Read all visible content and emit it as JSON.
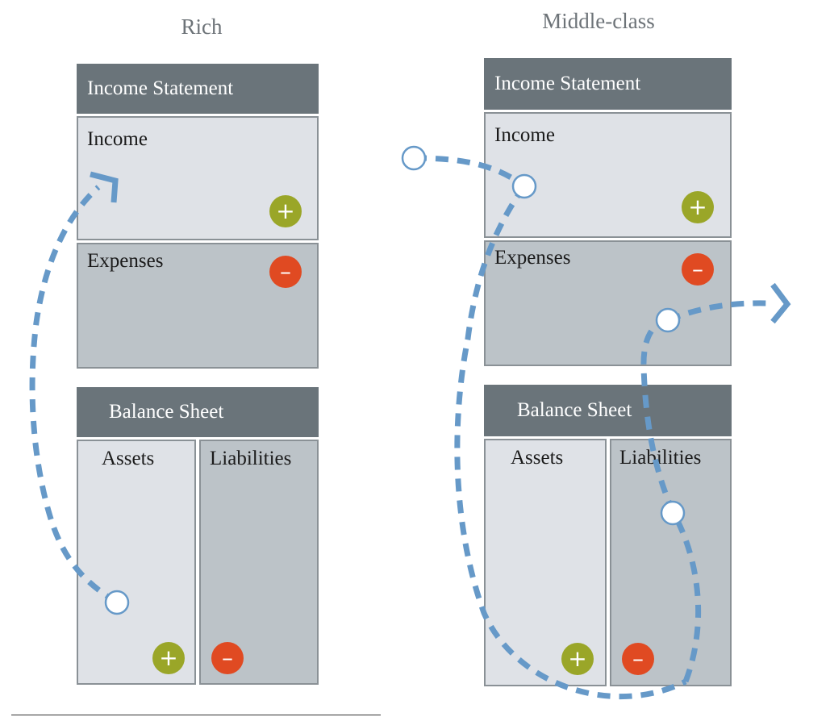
{
  "rich": {
    "title": "Rich",
    "income_statement": {
      "header": "Income Statement",
      "income_label": "Income",
      "expenses_label": "Expenses",
      "income_sign": "+",
      "expenses_sign": "–"
    },
    "balance_sheet": {
      "header": "Balance Sheet",
      "assets_label": "Assets",
      "liabilities_label": "Liabilities",
      "assets_sign": "+",
      "liabilities_sign": "–"
    }
  },
  "middle_class": {
    "title": "Middle-class",
    "income_statement": {
      "header": "Income Statement",
      "income_label": "Income",
      "expenses_label": "Expenses",
      "income_sign": "+",
      "expenses_sign": "–"
    },
    "balance_sheet": {
      "header": "Balance Sheet",
      "assets_label": "Assets",
      "liabilities_label": "Liabilities",
      "assets_sign": "+",
      "liabilities_sign": "–"
    }
  },
  "colors": {
    "header_bg": "#6a747a",
    "light_panel": "#dfe2e7",
    "dark_panel": "#bcc3c8",
    "plus_badge": "#9aa628",
    "minus_badge": "#e04a22",
    "flow_line": "#6699c8"
  }
}
